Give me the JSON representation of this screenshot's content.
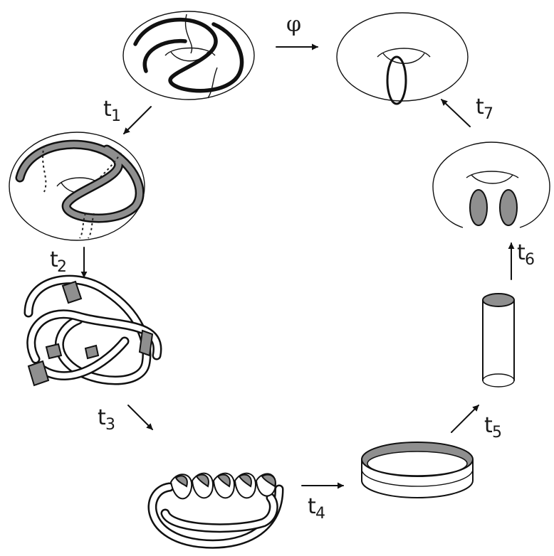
{
  "arrows": {
    "phi": "φ",
    "t1": {
      "base": "t",
      "sub": "1"
    },
    "t2": {
      "base": "t",
      "sub": "2"
    },
    "t3": {
      "base": "t",
      "sub": "3"
    },
    "t4": {
      "base": "t",
      "sub": "4"
    },
    "t5": {
      "base": "t",
      "sub": "5"
    },
    "t6": {
      "base": "t",
      "sub": "6"
    },
    "t7": {
      "base": "t",
      "sub": "7"
    }
  }
}
